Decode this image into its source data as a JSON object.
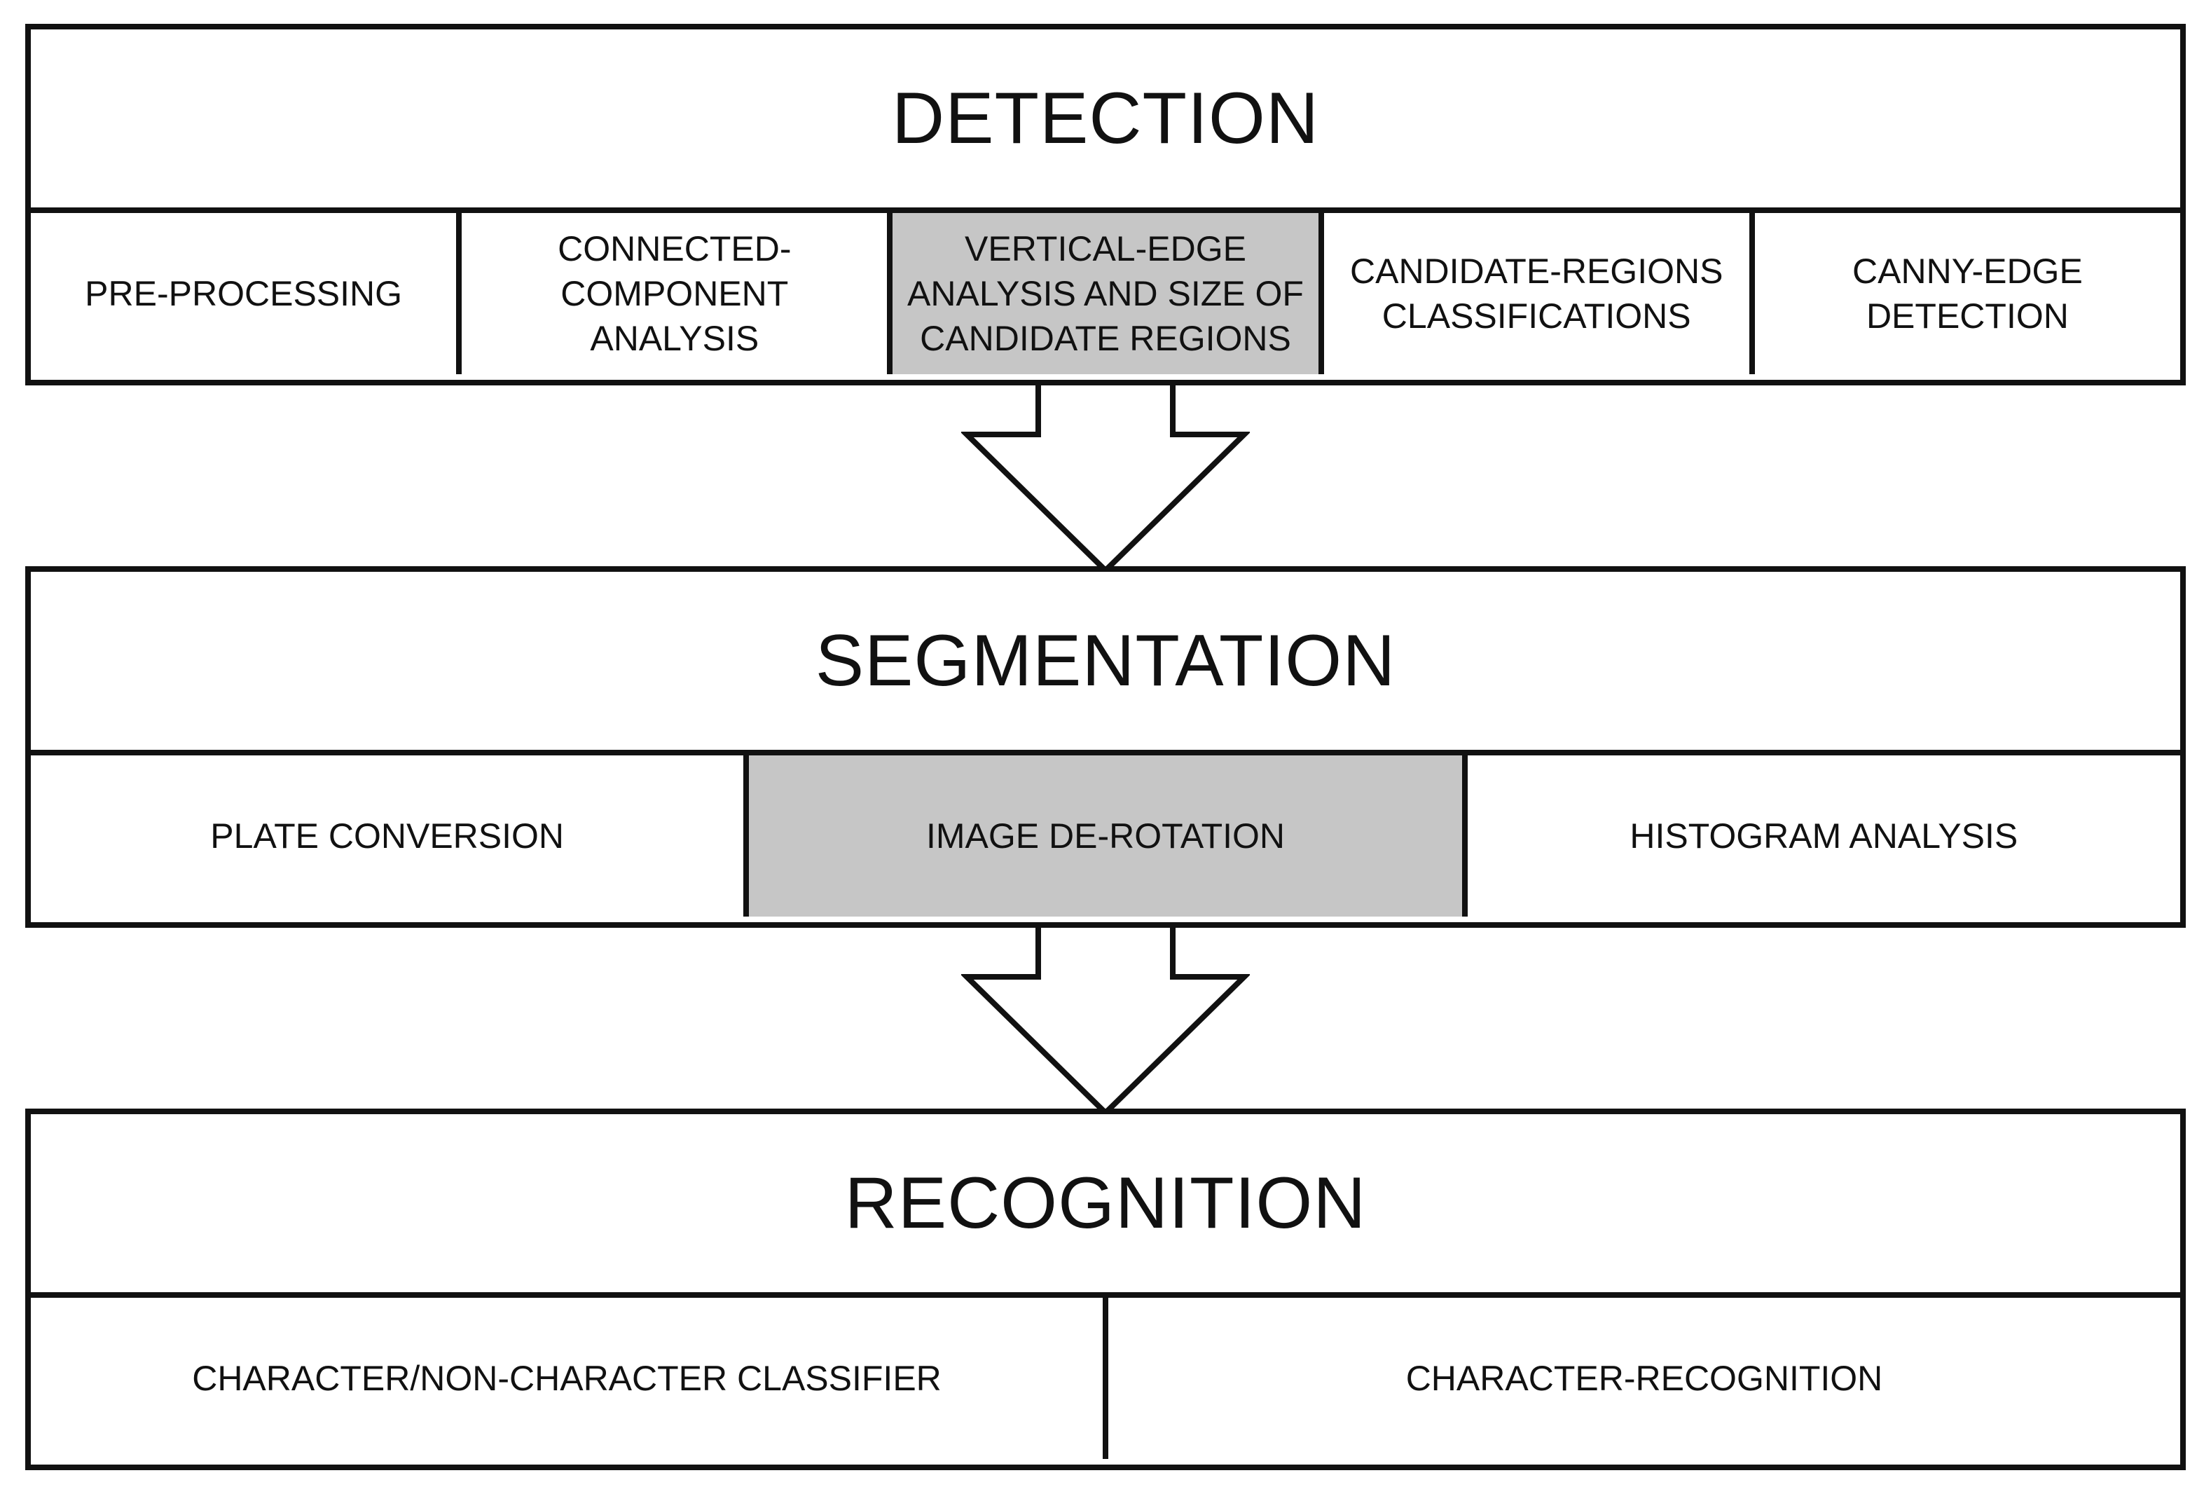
{
  "stages": [
    {
      "title": "DETECTION",
      "steps": [
        {
          "label": "PRE-PROCESSING",
          "highlighted": false
        },
        {
          "label": "CONNECTED-\nCOMPONENT ANALYSIS",
          "highlighted": false
        },
        {
          "label": "VERTICAL-EDGE\nANALYSIS AND SIZE OF\nCANDIDATE REGIONS",
          "highlighted": true
        },
        {
          "label": "CANDIDATE-REGIONS\nCLASSIFICATIONS",
          "highlighted": false
        },
        {
          "label": "CANNY-EDGE\nDETECTION",
          "highlighted": false
        }
      ]
    },
    {
      "title": "SEGMENTATION",
      "steps": [
        {
          "label": "PLATE CONVERSION",
          "highlighted": false
        },
        {
          "label": "IMAGE DE-ROTATION",
          "highlighted": true
        },
        {
          "label": "HISTOGRAM ANALYSIS",
          "highlighted": false
        }
      ]
    },
    {
      "title": "RECOGNITION",
      "steps": [
        {
          "label": "CHARACTER/NON-CHARACTER CLASSIFIER",
          "highlighted": false
        },
        {
          "label": "CHARACTER-RECOGNITION",
          "highlighted": false
        }
      ]
    }
  ],
  "colors": {
    "highlight": "#c6c6c6",
    "stroke": "#111111",
    "background": "#ffffff"
  }
}
